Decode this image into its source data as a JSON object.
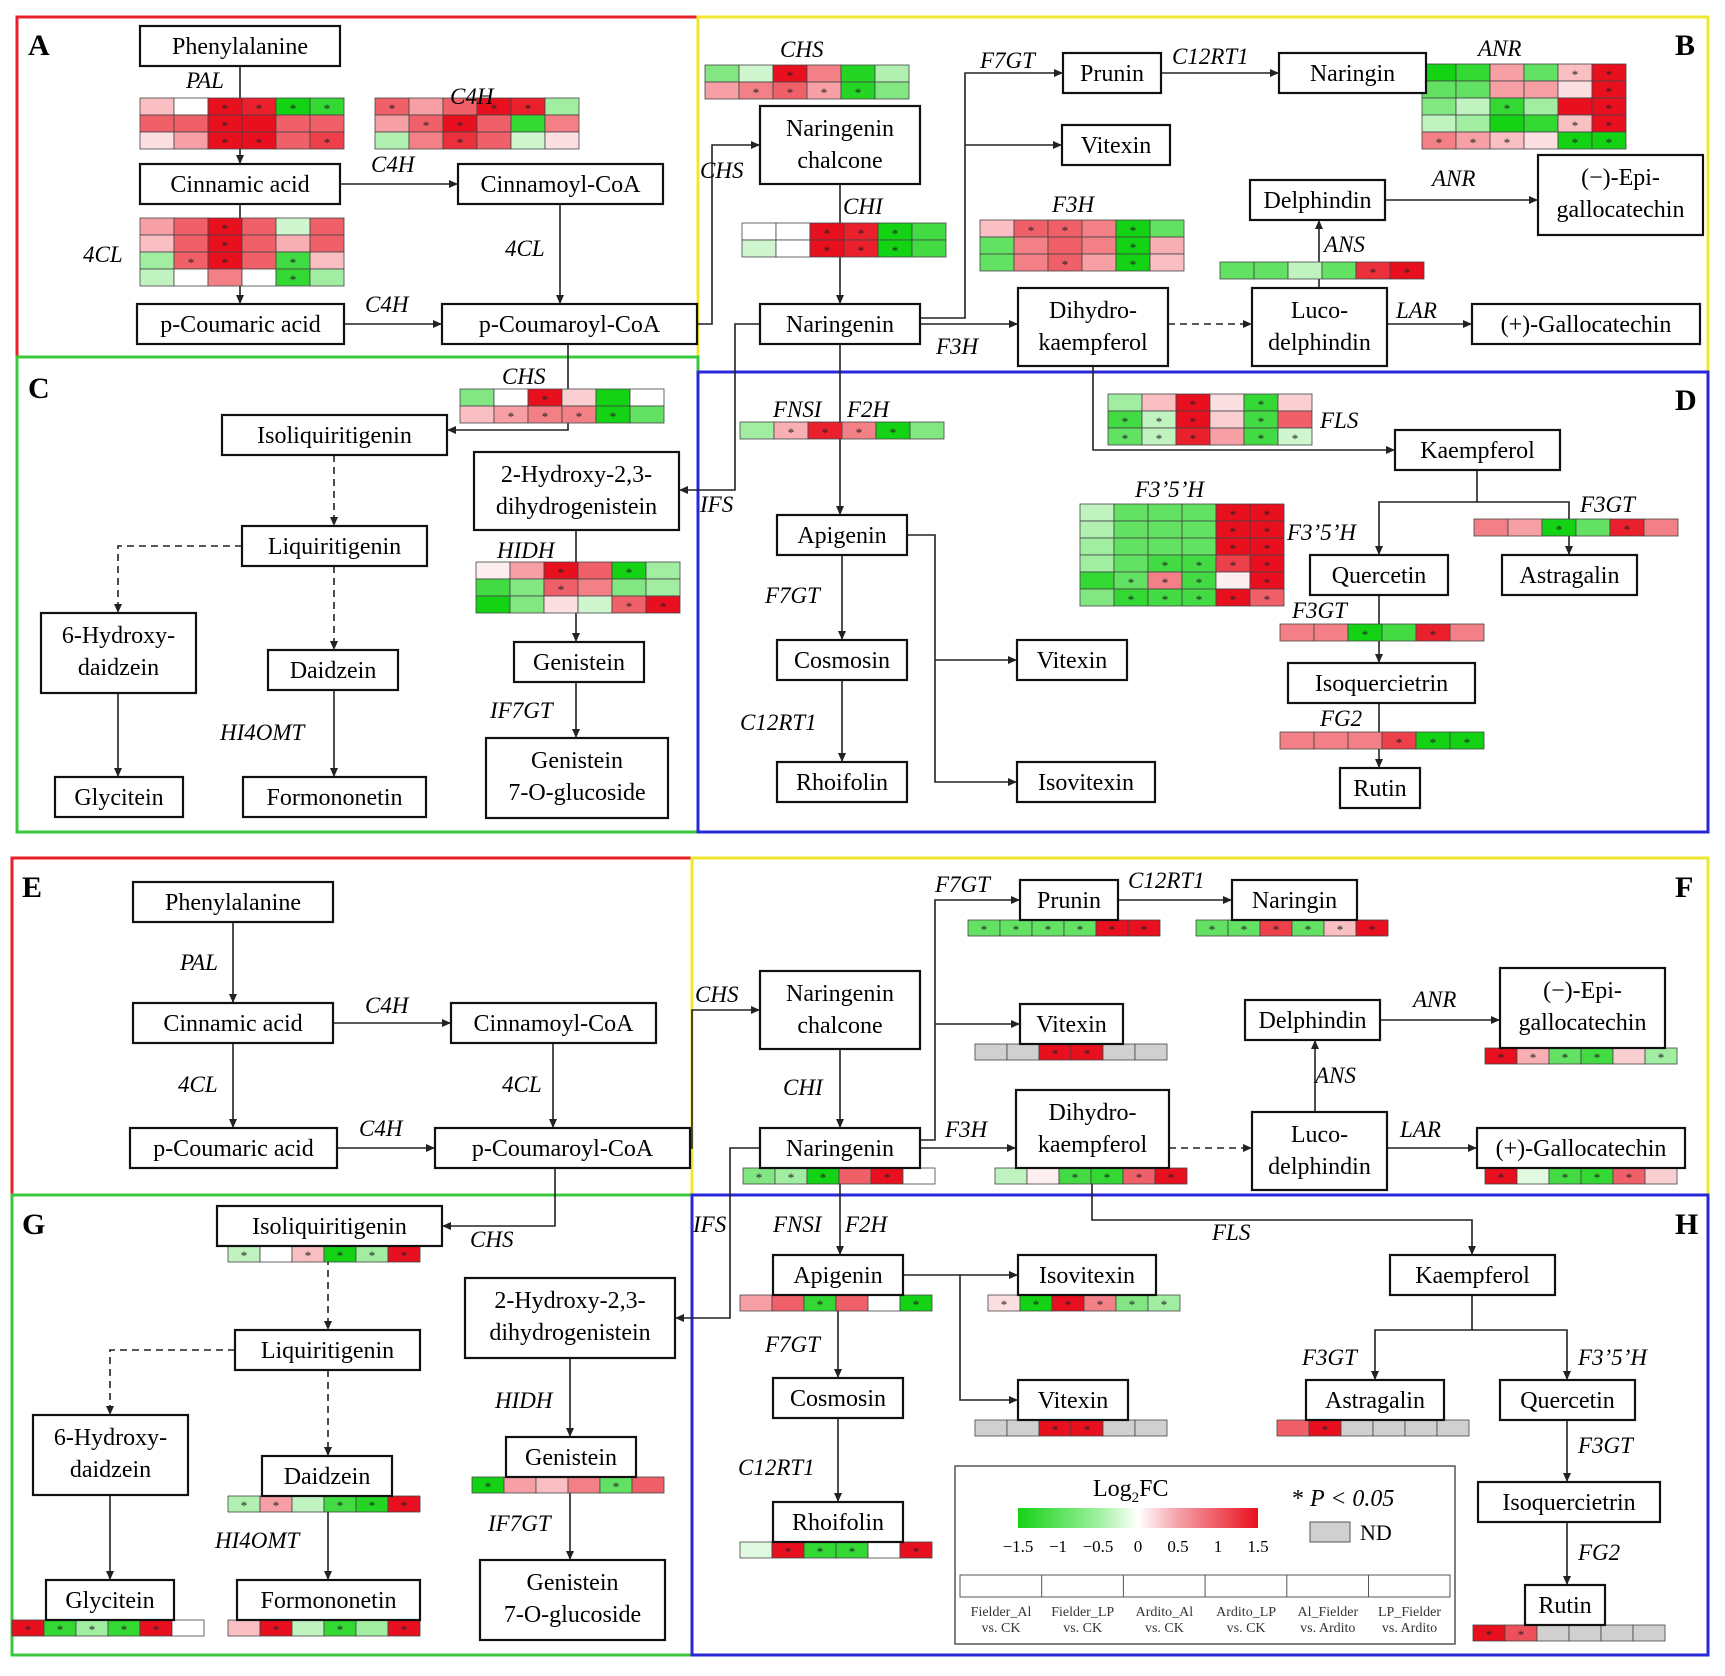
{
  "panels": {
    "A": "A",
    "B": "B",
    "C": "C",
    "D": "D",
    "E": "E",
    "F": "F",
    "G": "G",
    "H": "H"
  },
  "metabolites": {
    "phenylalanine": "Phenylalanine",
    "cinnamic_acid": "Cinnamic acid",
    "cinnamoyl_coa": "Cinnamoyl-CoA",
    "p_coumaric_acid": "p-Coumaric acid",
    "p_coumaroyl_coa": "p-Coumaroyl-CoA",
    "naringenin_chalcone_1": "Naringenin",
    "naringenin_chalcone_2": "chalcone",
    "naringenin": "Naringenin",
    "prunin": "Prunin",
    "naringin": "Naringin",
    "vitexin": "Vitexin",
    "isovitexin": "Isovitexin",
    "delphindin": "Delphindin",
    "epi_1": "(−)-Epi-",
    "epi_2": "gallocatechin",
    "dihydro_1": "Dihydro-",
    "dihydro_2": "kaempferol",
    "luco_1": "Luco-",
    "luco_2": "delphindin",
    "gallocatechin": "(+)-Gallocatechin",
    "isoliquiritigenin": "Isoliquiritigenin",
    "liquiritigenin": "Liquiritigenin",
    "hydroxy_daid_1": "6-Hydroxy-",
    "hydroxy_daid_2": "daidzein",
    "daidzein": "Daidzein",
    "glycitein": "Glycitein",
    "formononetin": "Formononetin",
    "dhg_1": "2-Hydroxy-2,3-",
    "dhg_2": "dihydrogenistein",
    "genistein": "Genistein",
    "g7og_1": "Genistein",
    "g7og_2": "7-O-glucoside",
    "apigenin": "Apigenin",
    "cosmosin": "Cosmosin",
    "rhoifolin": "Rhoifolin",
    "kaempferol": "Kaempferol",
    "quercetin": "Quercetin",
    "astragalin": "Astragalin",
    "isoquercetrin": "Isoquercietrin",
    "rutin": "Rutin"
  },
  "enzymes": {
    "PAL": "PAL",
    "C4H": "C4H",
    "4CL": "4CL",
    "CHS": "CHS",
    "CHI": "CHI",
    "F7GT": "F7GT",
    "C12RT1": "C12RT1",
    "F3H": "F3H",
    "ANR": "ANR",
    "ANS": "ANS",
    "LAR": "LAR",
    "FNSI": "FNSI",
    "F2H": "F2H",
    "IFS": "IFS",
    "HIDH": "HIDH",
    "IF7GT": "IF7GT",
    "HI4OMT": "HI4OMT",
    "FLS": "FLS",
    "F35H": "F3’5’H",
    "F3GT": "F3GT",
    "FG2": "FG2"
  },
  "legend": {
    "title_main": "Log",
    "title_sub": "2",
    "title_end": "FC",
    "ticks": [
      "−1.5",
      "−1",
      "−0.5",
      "0",
      "0.5",
      "1",
      "1.5"
    ],
    "p_star": "* ",
    "p_text": "P < 0.05",
    "nd": "ND",
    "comparisons": [
      [
        "Fielder_Al",
        "vs. CK"
      ],
      [
        "Fielder_LP",
        "vs. CK"
      ],
      [
        "Ardito_Al",
        "vs. CK"
      ],
      [
        "Ardito_LP",
        "vs. CK"
      ],
      [
        "Al_Fielder",
        "vs. Ardito"
      ],
      [
        "LP_Fielder",
        "vs. Ardito"
      ]
    ]
  },
  "colors": {
    "red_box": "#e8202a",
    "yellow_box": "#f0e830",
    "green_box": "#3cc83c",
    "blue_box": "#2828d8",
    "nd": "#d0d0d0"
  },
  "heatmaps": [
    {
      "id": "PAL",
      "rows": [
        [
          0.4,
          0,
          1.5,
          1.4,
          -1.5,
          -1.3
        ],
        [
          1,
          1,
          1.5,
          1.5,
          1,
          1
        ],
        [
          0.2,
          0.6,
          1.5,
          1.5,
          1,
          1.2
        ]
      ],
      "sig": [
        [
          0,
          0,
          1,
          1,
          1,
          1
        ],
        [
          0,
          0,
          1,
          0,
          0,
          0
        ],
        [
          0,
          0,
          1,
          1,
          0,
          1
        ]
      ]
    },
    {
      "id": "C4H_top",
      "rows": [
        [
          1,
          0.6,
          1,
          1.5,
          1.4,
          -0.6
        ],
        [
          0.6,
          1,
          1.5,
          1,
          -1.3,
          0.8
        ],
        [
          -0.5,
          0.8,
          1.3,
          1,
          -0.3,
          0.2
        ]
      ],
      "sig": [
        [
          1,
          0,
          0,
          1,
          1,
          0
        ],
        [
          0,
          1,
          1,
          0,
          0,
          0
        ],
        [
          0,
          0,
          1,
          0,
          0,
          0
        ]
      ]
    },
    {
      "id": "4CL",
      "rows": [
        [
          0.6,
          1,
          1.5,
          1,
          -0.3,
          1
        ],
        [
          0.4,
          1,
          1.5,
          1,
          0.5,
          1
        ],
        [
          -0.6,
          1,
          1.5,
          1,
          -1.2,
          0.4
        ],
        [
          -0.4,
          0,
          0.8,
          0,
          -1.3,
          -0.6
        ]
      ],
      "sig": [
        [
          0,
          0,
          1,
          0,
          0,
          0
        ],
        [
          0,
          0,
          1,
          0,
          0,
          0
        ],
        [
          0,
          1,
          1,
          0,
          1,
          0
        ],
        [
          0,
          0,
          0,
          0,
          1,
          0
        ]
      ]
    },
    {
      "id": "CHS_B",
      "rows": [
        [
          -0.8,
          -0.3,
          1.5,
          0.8,
          -1.4,
          -0.5
        ],
        [
          0.6,
          0.8,
          1,
          0.6,
          -1.4,
          -0.8
        ]
      ],
      "sig": [
        [
          0,
          0,
          1,
          0,
          0,
          0
        ],
        [
          0,
          1,
          1,
          1,
          1,
          0
        ]
      ]
    },
    {
      "id": "CHI",
      "rows": [
        [
          0,
          0,
          1.5,
          1.4,
          -1.5,
          -1.2
        ],
        [
          -0.3,
          0,
          1.5,
          1.4,
          -1.5,
          -1.2
        ]
      ],
      "sig": [
        [
          0,
          0,
          1,
          1,
          1,
          0
        ],
        [
          0,
          0,
          1,
          1,
          1,
          0
        ]
      ]
    },
    {
      "id": "F3H",
      "rows": [
        [
          0.4,
          1,
          1,
          0.8,
          -1.5,
          -1
        ],
        [
          -1,
          0.8,
          1,
          0.8,
          -1.5,
          0.5
        ],
        [
          -1,
          0.8,
          1,
          0.6,
          -1.5,
          0.4
        ]
      ],
      "sig": [
        [
          0,
          1,
          1,
          0,
          1,
          0
        ],
        [
          0,
          0,
          0,
          0,
          1,
          0
        ],
        [
          0,
          0,
          1,
          0,
          1,
          0
        ]
      ]
    },
    {
      "id": "ANR_top",
      "rows": [
        [
          -1.5,
          -1.3,
          0.6,
          -1,
          0.4,
          1.5
        ],
        [
          -1,
          -1,
          0.6,
          0.6,
          0.2,
          1.5
        ],
        [
          -0.8,
          -0.4,
          -1.3,
          -0.6,
          1.5,
          1.5
        ],
        [
          -0.4,
          -0.6,
          -1.5,
          -1.3,
          0.4,
          1.5
        ],
        [
          0.8,
          0.6,
          0.4,
          0.2,
          -1.5,
          -1.5
        ]
      ],
      "sig": [
        [
          0,
          0,
          0,
          0,
          1,
          1
        ],
        [
          0,
          0,
          0,
          0,
          0,
          1
        ],
        [
          0,
          0,
          1,
          0,
          0,
          1
        ],
        [
          0,
          0,
          0,
          0,
          1,
          1
        ],
        [
          1,
          1,
          1,
          0,
          1,
          1
        ]
      ]
    },
    {
      "id": "ANS_top",
      "rows": [
        [
          -1,
          -1,
          -0.4,
          -1,
          1.3,
          1.5
        ]
      ],
      "sig": [
        [
          0,
          0,
          0,
          0,
          1,
          1
        ]
      ]
    },
    {
      "id": "CHS_C",
      "rows": [
        [
          -0.8,
          0,
          1.5,
          0.3,
          -1.5,
          0
        ],
        [
          0.4,
          0.6,
          0.8,
          0.8,
          -1.5,
          -1
        ]
      ],
      "sig": [
        [
          0,
          0,
          1,
          0,
          0,
          0
        ],
        [
          0,
          1,
          1,
          1,
          1,
          0
        ]
      ]
    },
    {
      "id": "FNS",
      "rows": [
        [
          -0.6,
          0.5,
          1.4,
          0.8,
          -1.5,
          -0.8
        ]
      ],
      "sig": [
        [
          0,
          1,
          1,
          1,
          1,
          0
        ]
      ]
    },
    {
      "id": "FLS",
      "rows": [
        [
          -0.6,
          0.4,
          1.5,
          0.2,
          -1.3,
          0.3
        ],
        [
          -1.2,
          -0.4,
          1.5,
          0.3,
          -1.2,
          1
        ],
        [
          -1,
          -0.4,
          1.4,
          0.6,
          -1.2,
          -0.3
        ]
      ],
      "sig": [
        [
          0,
          0,
          1,
          0,
          1,
          0
        ],
        [
          1,
          1,
          1,
          0,
          1,
          0
        ],
        [
          1,
          1,
          1,
          0,
          1,
          1
        ]
      ]
    },
    {
      "id": "HIDH",
      "rows": [
        [
          0.1,
          0.6,
          1.5,
          1,
          -1.5,
          -0.6
        ],
        [
          -1.2,
          -0.8,
          1,
          0.8,
          -0.8,
          -0.6
        ],
        [
          -1.5,
          -0.8,
          0.2,
          -0.3,
          1,
          1.5
        ]
      ],
      "sig": [
        [
          0,
          0,
          1,
          0,
          1,
          0
        ],
        [
          0,
          0,
          1,
          0,
          0,
          0
        ],
        [
          0,
          0,
          0,
          0,
          1,
          1
        ]
      ]
    },
    {
      "id": "F35H",
      "rows": [
        [
          -0.4,
          -1,
          -1,
          -1,
          1.5,
          1.5
        ],
        [
          -0.5,
          -1,
          -1,
          -1,
          1.5,
          1.5
        ],
        [
          -0.6,
          -1,
          -1,
          -1,
          1.5,
          1.5
        ],
        [
          -0.6,
          -1,
          -1.2,
          -1.2,
          1.2,
          1.5
        ],
        [
          -1.3,
          -1,
          0.8,
          -1.2,
          0.1,
          1.5
        ],
        [
          -0.8,
          -1.3,
          -1.2,
          -1.2,
          1.5,
          1
        ]
      ],
      "sig": [
        [
          0,
          0,
          0,
          0,
          1,
          1
        ],
        [
          0,
          0,
          0,
          0,
          1,
          1
        ],
        [
          0,
          0,
          0,
          0,
          1,
          1
        ],
        [
          0,
          0,
          1,
          1,
          1,
          1
        ],
        [
          0,
          1,
          1,
          1,
          0,
          1
        ],
        [
          0,
          1,
          1,
          1,
          1,
          1
        ]
      ]
    },
    {
      "id": "F3GT_top",
      "rows": [
        [
          0.8,
          0.6,
          -1.5,
          -1,
          1.4,
          0.8
        ]
      ],
      "sig": [
        [
          0,
          0,
          1,
          0,
          1,
          0
        ]
      ]
    },
    {
      "id": "F3GT_Q",
      "rows": [
        [
          0.8,
          0.8,
          -1.5,
          -1.2,
          1.4,
          0.8
        ]
      ],
      "sig": [
        [
          0,
          0,
          1,
          0,
          1,
          0
        ]
      ]
    },
    {
      "id": "FG2",
      "rows": [
        [
          0.8,
          0.8,
          0.8,
          1.2,
          -1.5,
          -1.5
        ]
      ],
      "sig": [
        [
          0,
          0,
          0,
          1,
          1,
          1
        ]
      ]
    },
    {
      "id": "Prunin_F",
      "rows": [
        [
          -1,
          -1,
          -1,
          -1,
          1.5,
          1.5
        ]
      ],
      "sig": [
        [
          1,
          1,
          1,
          1,
          1,
          1
        ]
      ]
    },
    {
      "id": "Naringin_F",
      "rows": [
        [
          -1,
          -1,
          1.2,
          -1,
          0.4,
          1.5
        ]
      ],
      "sig": [
        [
          1,
          1,
          1,
          1,
          1,
          1
        ]
      ]
    },
    {
      "id": "Vitexin_F",
      "rows": [
        [
          "ND",
          "ND",
          1.5,
          1.5,
          "ND",
          "ND"
        ]
      ],
      "sig": [
        [
          0,
          0,
          1,
          1,
          0,
          0
        ]
      ]
    },
    {
      "id": "Epi_F",
      "rows": [
        [
          1.5,
          0.5,
          -1,
          -1.2,
          0.3,
          -0.6
        ]
      ],
      "sig": [
        [
          1,
          1,
          1,
          1,
          0,
          1
        ]
      ]
    },
    {
      "id": "Naringenin_F",
      "rows": [
        [
          -0.8,
          -0.6,
          -1.5,
          1,
          1.5,
          0
        ]
      ],
      "sig": [
        [
          1,
          1,
          1,
          0,
          1,
          0
        ]
      ]
    },
    {
      "id": "Dihydro_F",
      "rows": [
        [
          -0.4,
          0.1,
          -1.2,
          -1.3,
          1,
          1.5
        ]
      ],
      "sig": [
        [
          0,
          0,
          1,
          1,
          1,
          1
        ]
      ]
    },
    {
      "id": "Gallo_F",
      "rows": [
        [
          1.5,
          -0.2,
          -1.2,
          -1.3,
          1,
          0.3
        ]
      ],
      "sig": [
        [
          1,
          0,
          1,
          1,
          1,
          0
        ]
      ]
    },
    {
      "id": "Isoliq_G",
      "rows": [
        [
          -0.4,
          0,
          0.4,
          -1.5,
          -0.6,
          1.5
        ]
      ],
      "sig": [
        [
          1,
          0,
          1,
          1,
          1,
          1
        ]
      ]
    },
    {
      "id": "Genistein_G",
      "rows": [
        [
          -1.5,
          0.6,
          0.4,
          0.8,
          -1,
          1
        ]
      ],
      "sig": [
        [
          1,
          0,
          0,
          0,
          1,
          0
        ]
      ]
    },
    {
      "id": "Daidzein_G",
      "rows": [
        [
          -0.5,
          0.6,
          -0.4,
          -1.2,
          -1.4,
          1.5
        ]
      ],
      "sig": [
        [
          1,
          1,
          0,
          1,
          1,
          1
        ]
      ]
    },
    {
      "id": "Glycitein_G",
      "rows": [
        [
          1.5,
          -1.3,
          -0.6,
          -1.3,
          1.5,
          0
        ]
      ],
      "sig": [
        [
          1,
          1,
          1,
          1,
          1,
          0
        ]
      ]
    },
    {
      "id": "Formononetin_G",
      "rows": [
        [
          0.4,
          1.5,
          -0.4,
          -1.3,
          -0.6,
          1.5
        ]
      ],
      "sig": [
        [
          0,
          1,
          0,
          1,
          0,
          1
        ]
      ]
    },
    {
      "id": "Apigenin_H",
      "rows": [
        [
          0.6,
          1,
          -1.3,
          1,
          0,
          -1.5
        ]
      ],
      "sig": [
        [
          0,
          0,
          1,
          0,
          0,
          1
        ]
      ]
    },
    {
      "id": "Isovitexin_H",
      "rows": [
        [
          0.2,
          -1.5,
          1.5,
          0.8,
          -0.8,
          -0.6
        ]
      ],
      "sig": [
        [
          1,
          1,
          1,
          1,
          1,
          1
        ]
      ]
    },
    {
      "id": "Vitexin_H",
      "rows": [
        [
          "ND",
          "ND",
          1.5,
          1.5,
          "ND",
          "ND"
        ]
      ],
      "sig": [
        [
          0,
          0,
          1,
          1,
          0,
          0
        ]
      ]
    },
    {
      "id": "Rhoifolin_H",
      "rows": [
        [
          -0.2,
          1.5,
          -1.3,
          -1.3,
          0,
          1.5
        ]
      ],
      "sig": [
        [
          0,
          1,
          1,
          1,
          0,
          1
        ]
      ]
    },
    {
      "id": "Astragalin_H",
      "rows": [
        [
          1,
          1.5,
          "ND",
          "ND",
          "ND",
          "ND"
        ]
      ],
      "sig": [
        [
          0,
          1,
          0,
          0,
          0,
          0
        ]
      ]
    },
    {
      "id": "Rutin_H",
      "rows": [
        [
          1.5,
          1.1,
          "ND",
          "ND",
          "ND",
          "ND"
        ]
      ],
      "sig": [
        [
          1,
          1,
          0,
          0,
          0,
          0
        ]
      ]
    }
  ]
}
